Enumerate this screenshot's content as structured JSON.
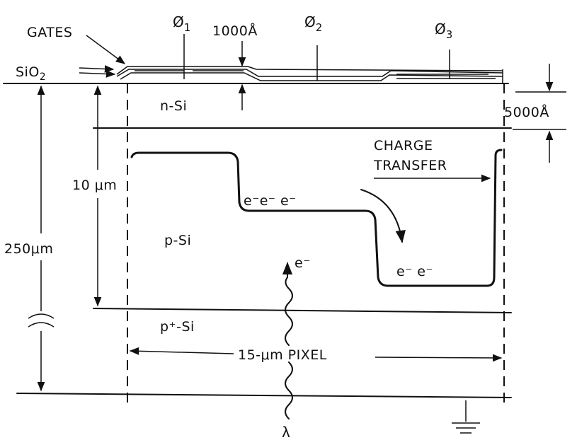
{
  "labels": {
    "gates": "GATES",
    "sio2": "SiO",
    "sio2_sub": "2",
    "phi1": "Ø",
    "phi1_sub": "1",
    "phi2": "Ø",
    "phi2_sub": "2",
    "phi3": "Ø",
    "phi3_sub": "3",
    "oxide_thickness": "1000Å",
    "n_layer": "n-Si",
    "n_thickness": "5000Å",
    "charge_transfer_1": "CHARGE",
    "charge_transfer_2": "TRANSFER",
    "epi_thickness": "10 μm",
    "wafer_thickness": "250μm",
    "p_layer": "p-Si",
    "electrons_well1": "e⁻e⁻ e⁻",
    "electrons_well2": "e⁻ e⁻",
    "electron_photo": "e⁻",
    "p_plus_layer": "p⁺-Si",
    "pixel": "15-μm PIXEL",
    "lambda": "λ"
  },
  "colors": {
    "ink": "#111111",
    "background": "#ffffff"
  }
}
